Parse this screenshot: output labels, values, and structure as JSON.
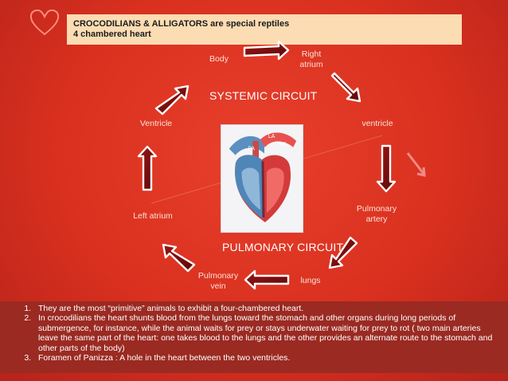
{
  "header": {
    "line1": "CROCODILIANS & ALLIGATORS  are special reptiles",
    "line2": "4 chambered heart"
  },
  "diagram": {
    "systemic_title": "SYSTEMIC CIRCUIT",
    "pulmonary_title": "PULMONARY CIRCUIT",
    "nodes": {
      "body": "Body",
      "right_atrium_1": "Right",
      "right_atrium_2": "atrium",
      "ventricle_right": "ventricle",
      "pulmonary_artery_1": "Pulmonary",
      "pulmonary_artery_2": "artery",
      "lungs": "lungs",
      "pulmonary_vein_1": "Pulmonary",
      "pulmonary_vein_2": "vein",
      "left_atrium": "Left atrium",
      "ventricle_left": "Ventricle"
    },
    "heart_labels": {
      "la": "LA",
      "ra": "RA",
      "pa": "PA"
    }
  },
  "notes": [
    "They are the most “primitive” animals to exhibit a four-chambered heart.",
    "In crocodilians the heart shunts blood from the lungs toward the stomach and other organs during long periods of submergence, for instance, while the animal waits for prey or stays underwater waiting for prey to rot ( two main arteries leave the same part of the heart: one takes blood to the lungs and the other provides an alternate route to the stomach and other parts of the body)",
    "Foramen of Panizza : A hole in the heart between the two ventricles."
  ]
}
